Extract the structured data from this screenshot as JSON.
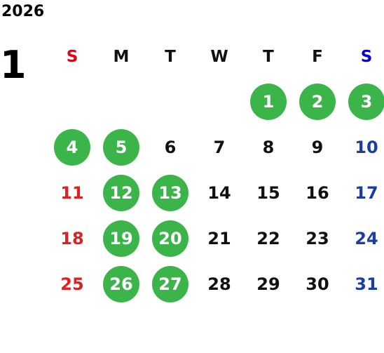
{
  "year": "2026",
  "month": "1",
  "weekdays": [
    {
      "label": "S",
      "kind": "sun"
    },
    {
      "label": "M",
      "kind": ""
    },
    {
      "label": "T",
      "kind": ""
    },
    {
      "label": "W",
      "kind": ""
    },
    {
      "label": "T",
      "kind": ""
    },
    {
      "label": "F",
      "kind": ""
    },
    {
      "label": "S",
      "kind": "sat"
    }
  ],
  "weeks": [
    [
      "",
      "",
      "",
      "",
      "1",
      "2",
      "3"
    ],
    [
      "4",
      "5",
      "6",
      "7",
      "8",
      "9",
      "10"
    ],
    [
      "11",
      "12",
      "13",
      "14",
      "15",
      "16",
      "17"
    ],
    [
      "18",
      "19",
      "20",
      "21",
      "22",
      "23",
      "24"
    ],
    [
      "25",
      "26",
      "27",
      "28",
      "29",
      "30",
      "31"
    ]
  ],
  "highlighted_days": [
    "1",
    "2",
    "3",
    "4",
    "5",
    "12",
    "13",
    "19",
    "20",
    "26",
    "27"
  ],
  "colors": {
    "highlight": "#3bb54a",
    "sunday": "#e02020",
    "saturday": "#1a3fa0",
    "text": "#111111"
  }
}
